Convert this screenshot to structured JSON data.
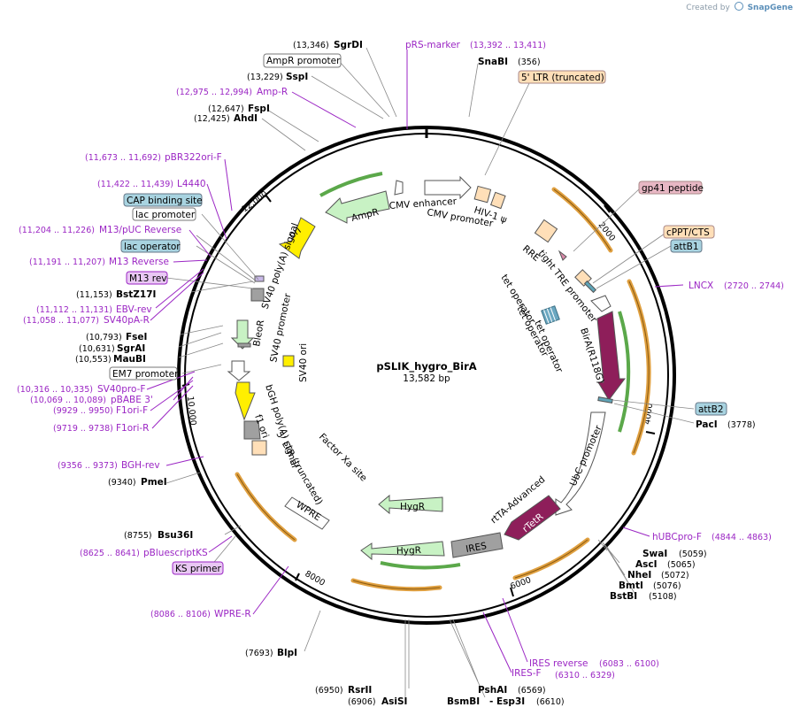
{
  "credit": {
    "prefix": "Created by",
    "brand": "SnapGene"
  },
  "plasmid": {
    "name": "pSLIK_hygro_BirA",
    "length_label": "13,582 bp"
  },
  "ticks": [
    "2000",
    "4000",
    "6000",
    "8000",
    "10,000",
    "12,000"
  ],
  "enzymes": [
    {
      "name": "SgrDI",
      "pos": "(13,346)"
    },
    {
      "name": "SnaBI",
      "pos": "(356)"
    },
    {
      "name": "SspI",
      "pos": "(13,229)"
    },
    {
      "name": "FspI",
      "pos": "(12,647)"
    },
    {
      "name": "AhdI",
      "pos": "(12,425)"
    },
    {
      "name": "BstZ17I",
      "pos": "(11,153)"
    },
    {
      "name": "FseI",
      "pos": "(10,793)"
    },
    {
      "name": "SgrAI",
      "pos": "(10,631)"
    },
    {
      "name": "MauBI",
      "pos": "(10,553)"
    },
    {
      "name": "PmeI",
      "pos": "(9340)"
    },
    {
      "name": "Bsu36I",
      "pos": "(8755)"
    },
    {
      "name": "BlpI",
      "pos": "(7693)"
    },
    {
      "name": "RsrII",
      "pos": "(6950)"
    },
    {
      "name": "AsiSI",
      "pos": "(6906)"
    },
    {
      "name": "PshAI",
      "pos": "(6569)"
    },
    {
      "name": "BsmBI",
      "pos": ""
    },
    {
      "name": "- Esp3I",
      "pos": "(6610)"
    },
    {
      "name": "PacI",
      "pos": "(3778)"
    },
    {
      "name": "SwaI",
      "pos": "(5059)"
    },
    {
      "name": "AscI",
      "pos": "(5065)"
    },
    {
      "name": "NheI",
      "pos": "(5072)"
    },
    {
      "name": "BmtI",
      "pos": "(5076)"
    },
    {
      "name": "BstBI",
      "pos": "(5108)"
    }
  ],
  "primers": [
    {
      "name": "pRS-marker",
      "pos": "(13,392 .. 13,411)"
    },
    {
      "name": "Amp-R",
      "pos": "(12,975 .. 12,994)"
    },
    {
      "name": "pBR322ori-F",
      "pos": "(11,673 .. 11,692)"
    },
    {
      "name": "L4440",
      "pos": "(11,422 .. 11,439)"
    },
    {
      "name": "M13/pUC Reverse",
      "pos": "(11,204 .. 11,226)"
    },
    {
      "name": "M13 Reverse",
      "pos": "(11,191 .. 11,207)"
    },
    {
      "name": "EBV-rev",
      "pos": "(11,112 .. 11,131)"
    },
    {
      "name": "SV40pA-R",
      "pos": "(11,058 .. 11,077)"
    },
    {
      "name": "SV40pro-F",
      "pos": "(10,316 .. 10,335)"
    },
    {
      "name": "pBABE 3'",
      "pos": "(10,069 .. 10,089)"
    },
    {
      "name": "F1ori-F",
      "pos": "(9929 .. 9950)"
    },
    {
      "name": "F1ori-R",
      "pos": "(9719 .. 9738)"
    },
    {
      "name": "BGH-rev",
      "pos": "(9356 .. 9373)"
    },
    {
      "name": "pBluescriptKS",
      "pos": "(8625 .. 8641)"
    },
    {
      "name": "WPRE-R",
      "pos": "(8086 .. 8106)"
    },
    {
      "name": "LNCX",
      "pos": "(2720 .. 2744)"
    },
    {
      "name": "hUBCpro-F",
      "pos": "(4844 .. 4863)"
    },
    {
      "name": "IRES reverse",
      "pos": "(6083 .. 6100)"
    },
    {
      "name": "IRES-F",
      "pos": "(6310 .. 6329)"
    }
  ],
  "boxed_labels": [
    {
      "name": "AmpR promoter",
      "style": "white"
    },
    {
      "name": "5' LTR (truncated)",
      "style": "peach"
    },
    {
      "name": "gp41 peptide",
      "style": "pink"
    },
    {
      "name": "cPPT/CTS",
      "style": "peach"
    },
    {
      "name": "attB1",
      "style": "blue"
    },
    {
      "name": "attB2",
      "style": "blue"
    },
    {
      "name": "CAP binding site",
      "style": "blue"
    },
    {
      "name": "lac promoter",
      "style": "white"
    },
    {
      "name": "lac operator",
      "style": "blue"
    },
    {
      "name": "M13 rev",
      "style": "purple"
    },
    {
      "name": "EM7 promoter",
      "style": "white"
    },
    {
      "name": "KS primer",
      "style": "purple"
    }
  ],
  "inner_labels": [
    "CMV enhancer",
    "CMV promoter",
    "HIV-1 ψ",
    "AmpR",
    "ori",
    "RRE",
    "tight TRE promoter",
    "tet operator",
    "tet operator",
    "tet operator",
    "SV40 poly(A) signal",
    "SV40 promoter",
    "BleoR",
    "SV40 ori",
    "BirA(R118G)",
    "bGH poly(A) signal",
    "f1 ori",
    "5' LTR (truncated)",
    "Factor Xa site",
    "UbC promoter",
    "WPRE",
    "HygR",
    "HygR",
    "IRES",
    "rtTA-Advanced",
    "rTetR"
  ],
  "colors": {
    "enzyme": "#000000",
    "primer": "#9b26c4",
    "promoter": "#ffffff",
    "feature_green": "#c8f2c4",
    "origin": "#ffef00",
    "misc_peach": "#ffdfb8",
    "blue_box": "#a8d3e0",
    "pink_box": "#e8b7c4",
    "purple_box": "#e9c8f4",
    "rtTA": "#8e1e5a",
    "orange_arc": "#e0a040",
    "gray": "#a0a0a0"
  }
}
